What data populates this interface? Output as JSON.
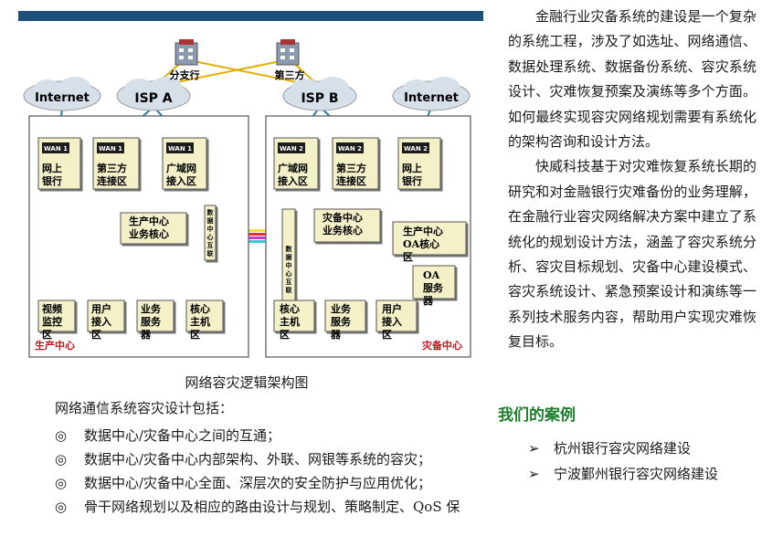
{
  "diagram": {
    "caption": "网络容灾逻辑架构图",
    "branch": "分支行",
    "third_party": "第三方",
    "internet_left": "Internet",
    "isp_a": "ISP A",
    "isp_b": "ISP B",
    "internet_right": "Internet",
    "production": {
      "label": "生产中心",
      "wan": [
        {
          "tag": "WAN 1",
          "name": "网上银行"
        },
        {
          "tag": "WAN 1",
          "name": "第三方连接区"
        },
        {
          "tag": "WAN 1",
          "name": "广域网接入区"
        }
      ],
      "core": "生产中心业务核心",
      "dc_interconnect": "数据中心互联",
      "bottom": [
        "视频监控区",
        "用户接入区",
        "业务服务器",
        "核心主机区"
      ]
    },
    "backup": {
      "label": "灾备中心",
      "wan": [
        {
          "tag": "WAN 2",
          "name": "广域网接入区"
        },
        {
          "tag": "WAN 2",
          "name": "第三方连接区"
        },
        {
          "tag": "WAN 2",
          "name": "网上银行"
        }
      ],
      "core": "灾备中心业务核心",
      "dc_interconnect": "数据中心互联",
      "oa_core": "生产中心OA核心区",
      "oa_server": "OA服务器",
      "bottom": [
        "核心主机区",
        "业务服务器",
        "用户接入区"
      ]
    }
  },
  "intro": "网络通信系统容灾设计包括：",
  "bullet_mark": "◎",
  "bullets": [
    "数据中心/灾备中心之间的互通；",
    "数据中心/灾备中心内部架构、外联、网银等系统的容灾；",
    "数据中心/灾备中心全面、深层次的安全防护与应用优化；",
    "骨干网络规划以及相应的路由设计与规划、策略制定、QoS 保"
  ],
  "right_paragraphs": [
    "金融行业灾备系统的建设是一个复杂的系统工程，涉及了如选址、网络通信、数据处理系统、数据备份系统、容灾系统设计、灾难恢复预案及演练等多个方面。如何最终实现容灾网络规划需要有系统化的架构咨询和设计方法。",
    "快威科技基于对灾难恢复系统长期的研究和对金融银行灾难备份的业务理解，在金融行业容灾网络解决方案中建立了系统化的规划设计方法，涵盖了容灾系统分析、容灾目标规划、灾备中心建设模式、容灾系统设计、紧急预案设计和演练等一系列技术服务内容，帮助用户实现灾难恢复目标。"
  ],
  "cases_title": "我们的案例",
  "cases_arrow": "➢",
  "cases": [
    "杭州银行容灾网络建设",
    "宁波鄞州银行容灾网络建设"
  ],
  "colors": {
    "top_bar": "#1d4f7a",
    "cases_title": "#1e7f2e",
    "link_blue": "#2a7aa8",
    "link_green": "#2e9b4a",
    "label_red": "#c0151a"
  }
}
